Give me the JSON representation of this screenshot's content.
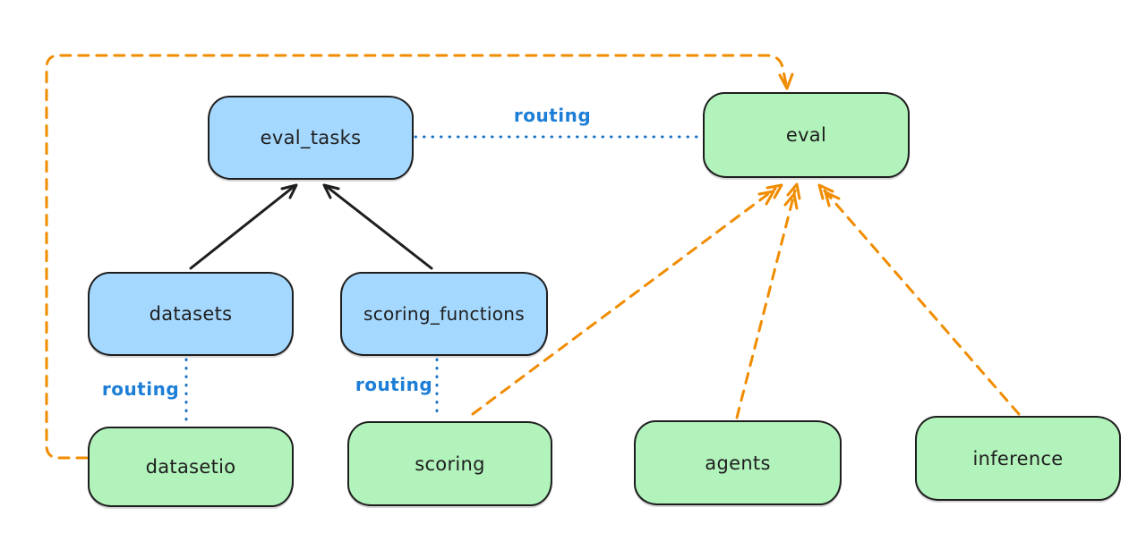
{
  "diagram": {
    "type": "flow-diagram",
    "nodes": {
      "eval_tasks": {
        "label": "eval_tasks",
        "fill": "blue"
      },
      "eval": {
        "label": "eval",
        "fill": "green"
      },
      "datasets": {
        "label": "datasets",
        "fill": "blue"
      },
      "scoring_functions": {
        "label": "scoring_functions",
        "fill": "blue"
      },
      "datasetio": {
        "label": "datasetio",
        "fill": "green"
      },
      "scoring": {
        "label": "scoring",
        "fill": "green"
      },
      "agents": {
        "label": "agents",
        "fill": "green"
      },
      "inference": {
        "label": "inference",
        "fill": "green"
      }
    },
    "edge_labels": {
      "eval_tasks_to_eval": "routing",
      "datasets_to_datasetio": "routing",
      "scoring_functions_to_scoring": "routing"
    },
    "edges": [
      {
        "from": "datasets",
        "to": "eval_tasks",
        "style": "solid-black-arrow"
      },
      {
        "from": "scoring_functions",
        "to": "eval_tasks",
        "style": "solid-black-arrow"
      },
      {
        "from": "eval_tasks",
        "to": "eval",
        "style": "dotted-blue",
        "label": "routing"
      },
      {
        "from": "datasets",
        "to": "datasetio",
        "style": "dotted-blue",
        "label": "routing"
      },
      {
        "from": "scoring_functions",
        "to": "scoring",
        "style": "dotted-blue",
        "label": "routing"
      },
      {
        "from": "datasetio",
        "to": "eval",
        "style": "dashed-orange-arrow"
      },
      {
        "from": "scoring",
        "to": "eval",
        "style": "dashed-orange-arrow"
      },
      {
        "from": "agents",
        "to": "eval",
        "style": "dashed-orange-arrow"
      },
      {
        "from": "inference",
        "to": "eval",
        "style": "dashed-orange-arrow"
      }
    ],
    "colors": {
      "background": "#ffffff",
      "blue_fill": "#a5d8ff",
      "green_fill": "#b2f2bb",
      "node_border": "#1e1e1e",
      "black_arrow": "#1e1e1e",
      "routing_blue": "#1c7ed6",
      "orange_dash": "#f08c00"
    }
  }
}
